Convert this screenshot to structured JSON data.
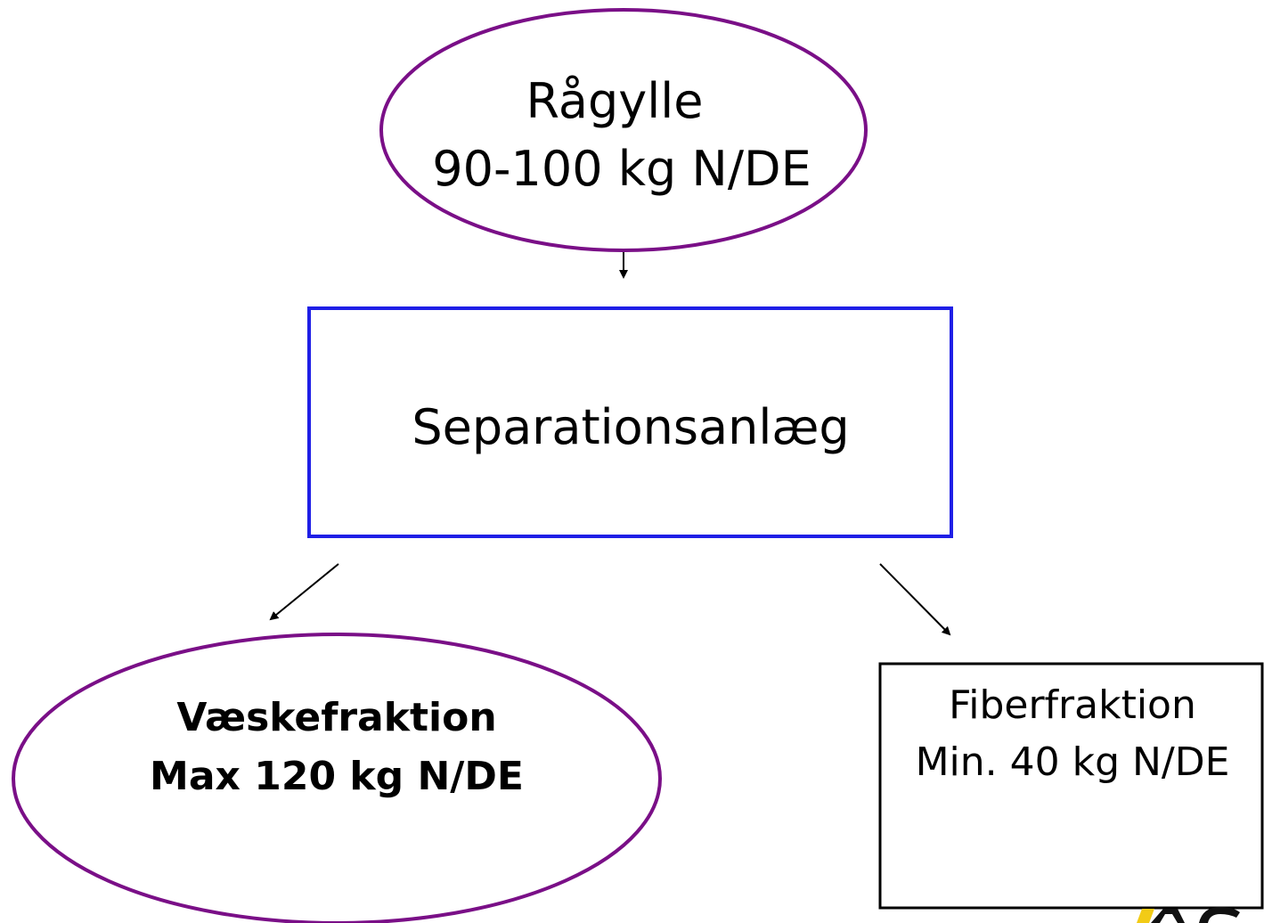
{
  "colors": {
    "ellipse_stroke": "#7a0f87",
    "process_box_stroke": "#1f1fe6",
    "output_box_stroke": "#000000",
    "arrow": "#000000",
    "logo_yellow": "#f2cb16"
  },
  "nodes": {
    "raw_slurry": {
      "line1": "Rågylle",
      "line2": "90-100 kg N/DE"
    },
    "separation_plant": {
      "label": "Separationsanlæg"
    },
    "liquid_fraction": {
      "line1": "Væskefraktion",
      "line2": "Max 120 kg N/DE"
    },
    "fiber_fraction": {
      "line1": "Fiberfraktion",
      "line2": "Min. 40 kg N/DE"
    }
  },
  "edges": [
    {
      "from": "raw_slurry",
      "to": "separation_plant"
    },
    {
      "from": "separation_plant",
      "to": "liquid_fraction"
    },
    {
      "from": "separation_plant",
      "to": "fiber_fraction"
    }
  ]
}
